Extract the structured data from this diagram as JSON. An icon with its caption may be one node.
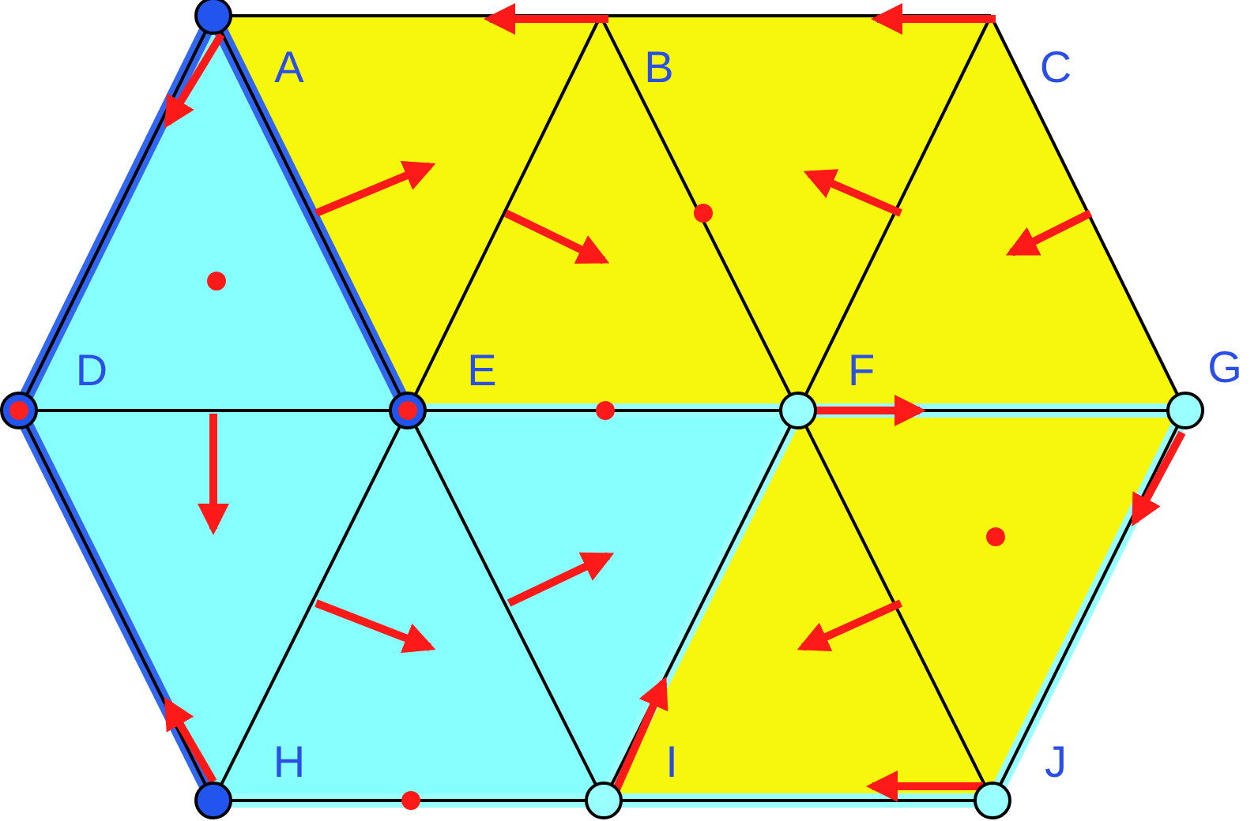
{
  "diagram": {
    "nodes": [
      {
        "text": [
          "A"
        ]
      },
      {
        "text": [
          "B"
        ]
      },
      {
        "text": [
          "C"
        ]
      },
      {
        "text": [
          "D"
        ]
      },
      {
        "text": [
          "E"
        ]
      },
      {
        "text": [
          "F"
        ]
      },
      {
        "text": [
          "G"
        ]
      },
      {
        "text": [
          "H"
        ]
      },
      {
        "text": [
          "I"
        ]
      },
      {
        "text": [
          "J"
        ]
      }
    ],
    "edges": [
      {
        "from": 0,
        "to": 1,
        "arrow": "none"
      },
      {
        "from": 1,
        "to": 2,
        "arrow": "none"
      },
      {
        "from": 0,
        "to": 3,
        "arrow": "none",
        "style": "thick",
        "color": "#3366ee"
      },
      {
        "from": 0,
        "to": 4,
        "arrow": "none",
        "style": "thick",
        "color": "#3366ee"
      },
      {
        "from": 3,
        "to": 7,
        "arrow": "none",
        "style": "thick",
        "color": "#3366ee"
      },
      {
        "from": 3,
        "to": 4,
        "arrow": "none"
      },
      {
        "from": 1,
        "to": 4,
        "arrow": "none"
      },
      {
        "from": 4,
        "to": 5,
        "arrow": "none",
        "style": "thick",
        "color": "#99ffff"
      },
      {
        "from": 1,
        "to": 5,
        "arrow": "none"
      },
      {
        "from": 2,
        "to": 5,
        "arrow": "none"
      },
      {
        "from": 2,
        "to": 6,
        "arrow": "none"
      },
      {
        "from": 5,
        "to": 6,
        "arrow": "none",
        "style": "thick",
        "color": "#99ffff"
      },
      {
        "from": 4,
        "to": 7,
        "arrow": "none"
      },
      {
        "from": 4,
        "to": 8,
        "arrow": "none"
      },
      {
        "from": 5,
        "to": 8,
        "arrow": "none",
        "style": "thick",
        "color": "#99ffff"
      },
      {
        "from": 5,
        "to": 9,
        "arrow": "none"
      },
      {
        "from": 6,
        "to": 9,
        "arrow": "none",
        "style": "thick",
        "color": "#99ffff"
      },
      {
        "from": 7,
        "to": 8,
        "arrow": "none",
        "style": "thick",
        "color": "#99ffff"
      },
      {
        "from": 8,
        "to": 9,
        "arrow": "none",
        "style": "thick",
        "color": "#99ffff"
      }
    ]
  }
}
